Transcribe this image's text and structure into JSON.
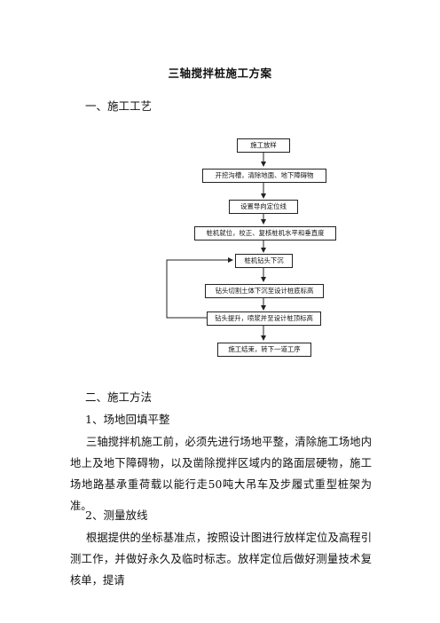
{
  "title": "三轴搅拌桩施工方案",
  "section1": {
    "heading": "一、施工工艺"
  },
  "flowchart": {
    "steps": [
      "施工放样",
      "开挖沟槽，清除地面、地下障碍物",
      "设置导向定位线",
      "桩机就位，校正、复核桩机水平和垂直度",
      "桩机钻头下沉",
      "钻头切割土体下沉至设计桩底标高",
      "钻头提升，喷浆并至设计桩顶标高",
      "施工结束，转下一道工序"
    ]
  },
  "section2": {
    "heading": "二、施工方法",
    "sub1": {
      "heading": "1、场地回填平整",
      "body": "三轴搅拌机施工前，必须先进行场地平整，清除施工场地内地上及地下障碍物，以及凿除搅拌区域内的路面层硬物，施工场地路基承重荷载以能行走50吨大吊车及步履式重型桩架为准。"
    },
    "sub2": {
      "heading": "2、测量放线",
      "body": "根据提供的坐标基准点，按照设计图进行放样定位及高程引测工作，并做好永久及临时标志。放样定位后做好测量技术复核单，提请"
    }
  }
}
